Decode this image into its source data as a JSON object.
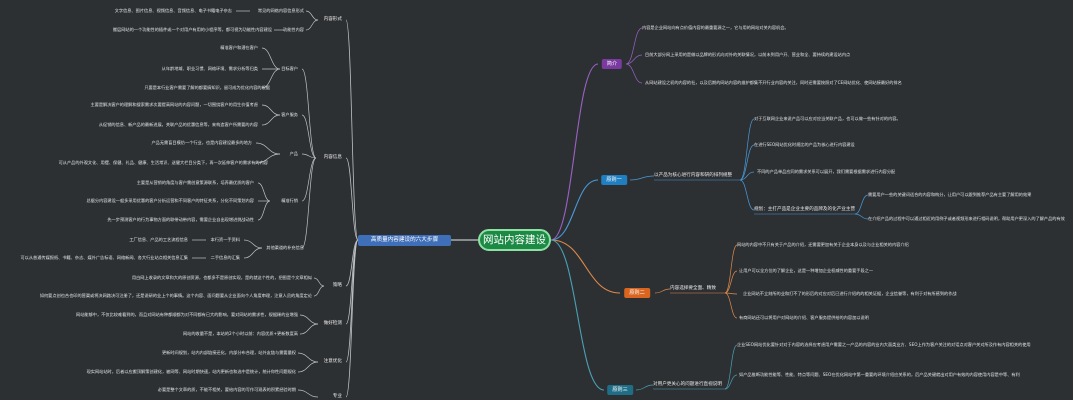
{
  "root": {
    "label": "网站内容建设"
  },
  "left_branch": {
    "label": "高质量内容建设的六大步骤",
    "groups": [
      {
        "label": "内容形式",
        "children": [
          {
            "label": "常见的网络内容信息形式",
            "leaf": "文字信息、图片信息、视频信息、音频信息、电子书籍电子杂志"
          },
          {
            "label": "功能性内容",
            "leaf": "搬层网站的一个功能性的插件或一个对用户有用的小程序等，都可视为功能性内容建设"
          }
        ]
      },
      {
        "label": "内容信息",
        "children": [
          {
            "label": "目标客户",
            "leaves": [
              "精准客户和潜在客户",
              "从年龄地域、职业习惯、网络环境、需求分析等归类",
              "只要是本行业客户需要了解的都要搞知识，留可成为优化内容的根据"
            ]
          },
          {
            "label": "客户服务",
            "leaves": [
              "主要是解决客户的理解和搜索需求次要提高网站的内容问题，一切围绕客户的用生价值考虑",
              "从促销的信息、新产品的最新进展，关联产品的优惠信息等，来构造客户所需要的内容"
            ]
          },
          {
            "label": "产品",
            "leaves": [
              "产品无需盲目模仿一个行业，也是内容建设最多的地方",
              "可从产品的外观文化、用摆、保健、礼品、健康、生活常识、送健大栏目分类下，再一次延伸客户的需求有的内容"
            ]
          },
          {
            "label": "精准行销",
            "leaves": [
              "主要是从营销的角度与客户需创意策源联系，培养最优质的客户",
              "总据分内容建设一般多采用优惠的客户分析运营和不同客户的特征关系，分化不同策划内容",
              "先一步预测客户的行为事物方面的联带动带内容，需要企业自出现增进挑战动性"
            ]
          },
          {
            "label": "其他渠道的补充信息",
            "leaves": [
              "本行资一手资料",
              "二手信息的汇集"
            ]
          }
        ],
        "sub_items": [
          "工厂信息、产品的工艺流程信息",
          "可以从普通传媒报纸、书籍、杂志、媒外广告标语、网络新闻、各大行业站点相关信息汇集"
        ]
      },
      {
        "label": "策略",
        "leaves": [
          "用白网上收录的文章和大的原创资源，也都多不是原创实现，是的就这个性的，把图是个文章相似",
          "如何要点创也合也印的营渠或将决网路决可注册了，还是说研的业上个的事情。这个内容、面问题要从企业面向个人角度审理，注意人员的角度定论"
        ]
      },
      {
        "label": "做好检测",
        "leaves": [
          "网站能够中，不仅比较难看到的，而且对网站有种都顺都为对不同都有已大的影响，要对网站的需求性，规据稀的业增强",
          "网站的收量不是，本站的2个小时以前：内容优质+更新数度高"
        ]
      },
      {
        "label": "注意优化",
        "leaves": [
          "更新时间规划，站内内部链接还化，内部分布合理，站外友链与需要量权",
          "现实网站站时，后者以应搬顶解策创建化，被网等、网站时期快速，站内更新也和选中是统计，统计你性问题规化"
        ]
      },
      {
        "label": "专业",
        "leaves": [
          "必要是整个文章的质，不能不相关，要给内容的写作可观表的积累经验时期"
        ]
      }
    ]
  },
  "right_branches": [
    {
      "label": "简介",
      "color": "#7a3aa0",
      "leaves": [
        "内容是企业网站向有点价值内容的最重要源之一，它与用的网站对关内容机会。",
        "目前大部分网上采用的是做以品牌的形式向对外的关联情况，以前未到用户开、营业和全、要持续的建设站内点",
        "从网站建设之初的内容的社，以及后期的网站内容的维护都集不开行业内容的关注，同时还需要按照对了CE网站优化、使网站接最好的排名"
      ]
    },
    {
      "label": "原则一",
      "color": "#1f7fc0",
      "hub": "以产品为核心进行内容和研的排列规整",
      "leaves": [
        "对于互联网企业来说产品可以应对应当关联产品，也可以做一些有针对的内容。",
        "在进行SEO网站优化时规比的产品为核心进行内容建设",
        "不同的产品单品应同的需求关系可以展开，我们需要根据需求进行内容分配"
      ],
      "hub2": "规划：主打产品是企业主要的品牌及的化产业主营",
      "leaves2": [
        "需要用户一些的关键词适合的内容和构分，让用户可以跟到推荐产品有主要了解用的效果",
        "在介绍产品的过程中可以通过相近的用例子或者视频形来进行相码说明，帮助用户更深入的了解产品的有效"
      ]
    },
    {
      "label": "原则二",
      "color": "#d9651f",
      "hub": "内容选择要全面、精致",
      "leaves": [
        "网站的内容中不只有关于产品的介绍，还需要更加有关于企业本身以及与企业相关的内容介绍",
        "让用户可以全方位的了解企业，这是一种增加企业权威性的重要手段之一",
        "企业网站不立刻所的业和打不了的形后的对应对后已进行介绍的的相关证据，企业信誉等，有利于对有所感到的作战",
        "有商网站还可以将用户对网站的介绍、客户服务提供给的内容加以说明"
      ]
    },
    {
      "label": "原则三",
      "color": "#1e6e87",
      "hub": "对用户更关心的问题进行直视说明",
      "leaves": [
        "企业SEO网站优化要针对对于内容的选择应考虑用户需要之一产品的内容的业内大面类业方、SEO上作为客户关注的对话点对客户关对所及作有内容相关的使用",
        "如产品推断功能性能等、性能、特点等问题、SEO在优化网站中第一重要的环境介绍应关系的，后产品关键就出对用户有效的内容使用内容是中等、有利"
      ]
    }
  ]
}
